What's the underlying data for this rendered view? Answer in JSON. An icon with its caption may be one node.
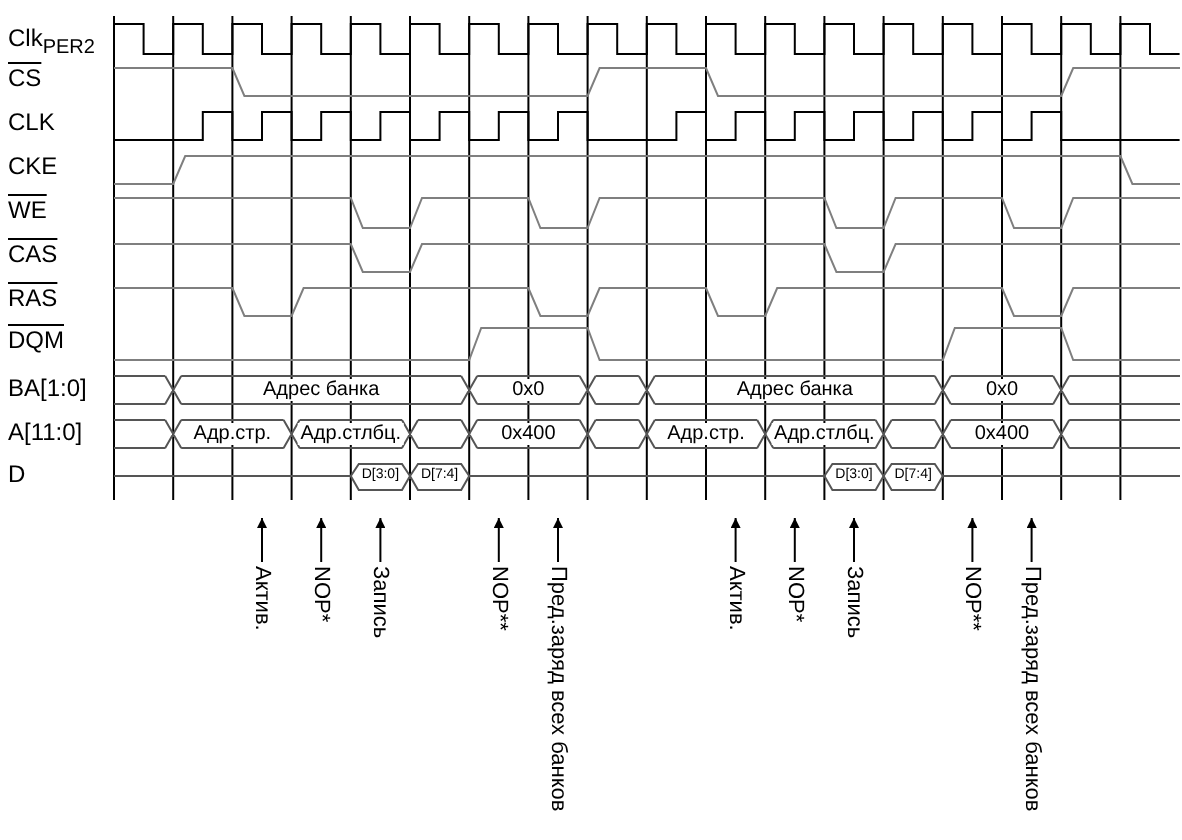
{
  "diagram": {
    "nodes": [
      {
        "text": [
          "Актив."
        ]
      },
      {
        "text": [
          "NOP*"
        ]
      },
      {
        "text": [
          "Запись"
        ]
      },
      {
        "text": [
          "NOP**"
        ]
      },
      {
        "text": [
          "Пред.заряд всех банков"
        ]
      },
      {
        "text": [
          "Актив."
        ]
      },
      {
        "text": [
          "NOP*"
        ]
      },
      {
        "text": [
          "Запись"
        ]
      },
      {
        "text": [
          "NOP**"
        ]
      },
      {
        "text": [
          "Пред.заряд всех банков"
        ]
      }
    ],
    "edges": [
      {
        "from": 0,
        "to": null,
        "arrow": "to"
      },
      {
        "from": 1,
        "to": null,
        "arrow": "to"
      },
      {
        "from": 2,
        "to": null,
        "arrow": "to"
      },
      {
        "from": 3,
        "to": null,
        "arrow": "to"
      },
      {
        "from": 4,
        "to": null,
        "arrow": "to"
      },
      {
        "from": 5,
        "to": null,
        "arrow": "to"
      },
      {
        "from": 6,
        "to": null,
        "arrow": "to"
      },
      {
        "from": 7,
        "to": null,
        "arrow": "to"
      },
      {
        "from": 8,
        "to": null,
        "arrow": "to"
      },
      {
        "from": 9,
        "to": null,
        "arrow": "to"
      }
    ],
    "labels": [
      "Clk$_{PER2}$",
      "CS",
      "CLK",
      "CKE",
      "WE",
      "CAS",
      "RAS",
      "DQM",
      "BA[1:0]",
      "Адрес банка",
      "0x0",
      "Адрес банка",
      "0x0",
      "A[11:0]",
      "Адр.стр.",
      "Адр.стлбц.",
      "0x400",
      "Адр.стр.",
      "Адр.стлбц.",
      "0x400",
      "D",
      "D[3:0]",
      "D[7:4]",
      "D[3:0]",
      "D[7:4]"
    ]
  }
}
